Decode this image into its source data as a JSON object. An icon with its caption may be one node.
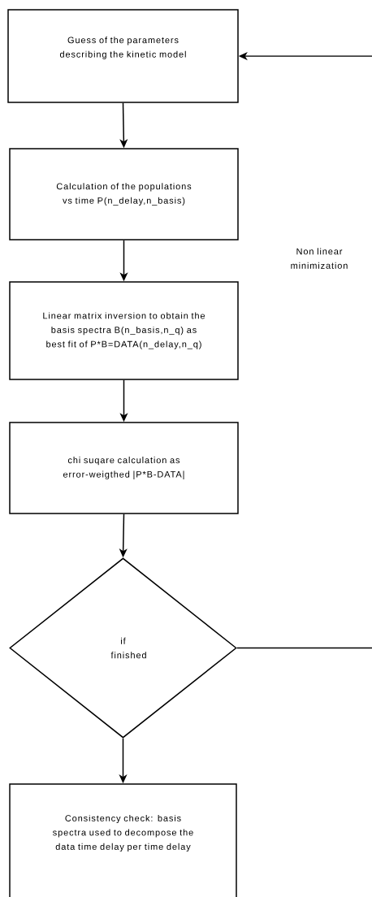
{
  "diagram": {
    "nodes": [
      {
        "text": [
          "Guess of the parameters describing the kinetic model"
        ]
      },
      {
        "text": [
          "Calculation of the populations vs time P(n_delay,n_basis)"
        ]
      },
      {
        "text": [
          "Linear matrix inversion to obtain the basis spectra B(n_basis,n_q) as best fit of P*B=DATA(n_delay,n_q)"
        ]
      },
      {
        "text": [
          "chi suqare calculation as error-weigthed |P*B-DATA|"
        ]
      },
      {
        "text": [
          "if finished"
        ]
      },
      {
        "text": [
          "Consistency check: basis spectra used to decompose the data time delay per time delay"
        ]
      }
    ],
    "edges": [
      {
        "from": 0,
        "to": 1,
        "arrow": "to"
      },
      {
        "from": 1,
        "to": 2,
        "arrow": "to"
      },
      {
        "from": 2,
        "to": 3,
        "arrow": "to"
      },
      {
        "from": 3,
        "to": 4,
        "arrow": "to"
      },
      {
        "from": 4,
        "to": 5,
        "arrow": "to"
      },
      {
        "from": 4,
        "to": 0,
        "arrow": "to"
      }
    ],
    "labels": [
      "Non linear minimization"
    ]
  }
}
